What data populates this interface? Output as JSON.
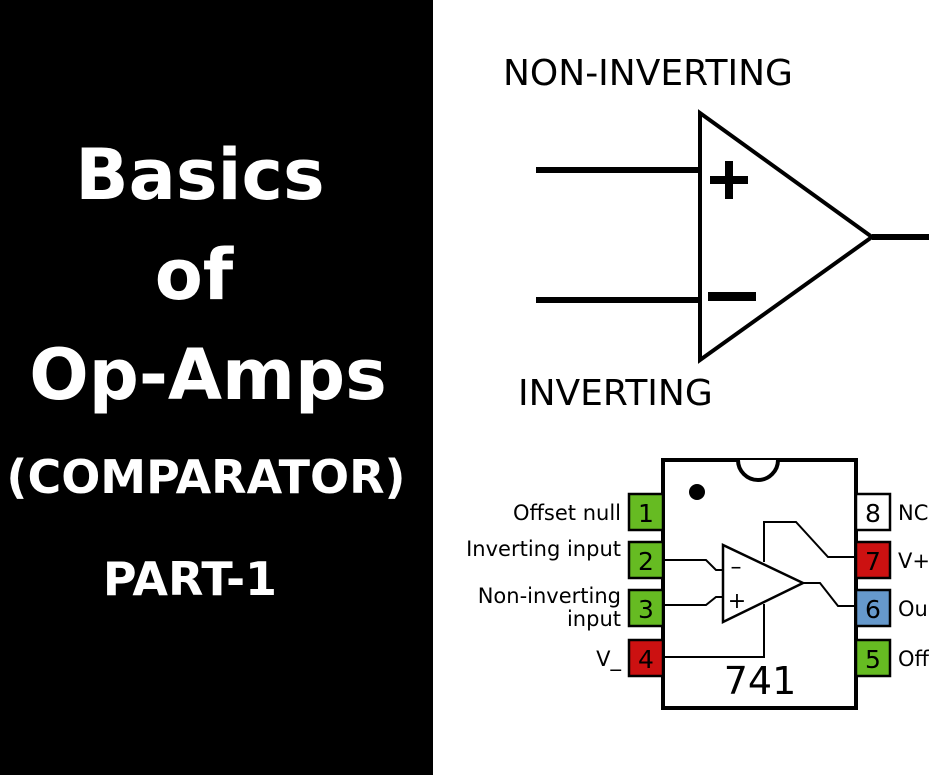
{
  "title": {
    "line1": "Basics",
    "line2": "of",
    "line3": "Op-Amps",
    "line4": "(COMPARATOR)",
    "line5": "PART-1"
  },
  "symbol": {
    "noninverting_label": "NON-INVERTING",
    "inverting_label": "INVERTING",
    "plus_sign": "+",
    "minus_sign": "–"
  },
  "ic": {
    "part_number": "741",
    "inner_minus": "–",
    "inner_plus": "+",
    "pins_left": [
      {
        "num": "1",
        "label": "Offset null",
        "color": "#66bb22"
      },
      {
        "num": "2",
        "label": "Inverting input",
        "color": "#66bb22"
      },
      {
        "num": "3",
        "label": "Non-inverting",
        "label2": "input",
        "color": "#66bb22"
      },
      {
        "num": "4",
        "label": "V_",
        "color": "#cc1111"
      }
    ],
    "pins_right": [
      {
        "num": "8",
        "label": "NC",
        "color": "#ffffff"
      },
      {
        "num": "7",
        "label": "V+",
        "color": "#cc1111"
      },
      {
        "num": "6",
        "label": "Ou",
        "color": "#6699cc"
      },
      {
        "num": "5",
        "label": "Off",
        "color": "#66bb22"
      }
    ]
  },
  "colors": {
    "left_bg": "#000000",
    "title_text": "#ffffff",
    "pin_green": "#66bb22",
    "pin_red": "#cc1111",
    "pin_blue": "#6699cc"
  }
}
